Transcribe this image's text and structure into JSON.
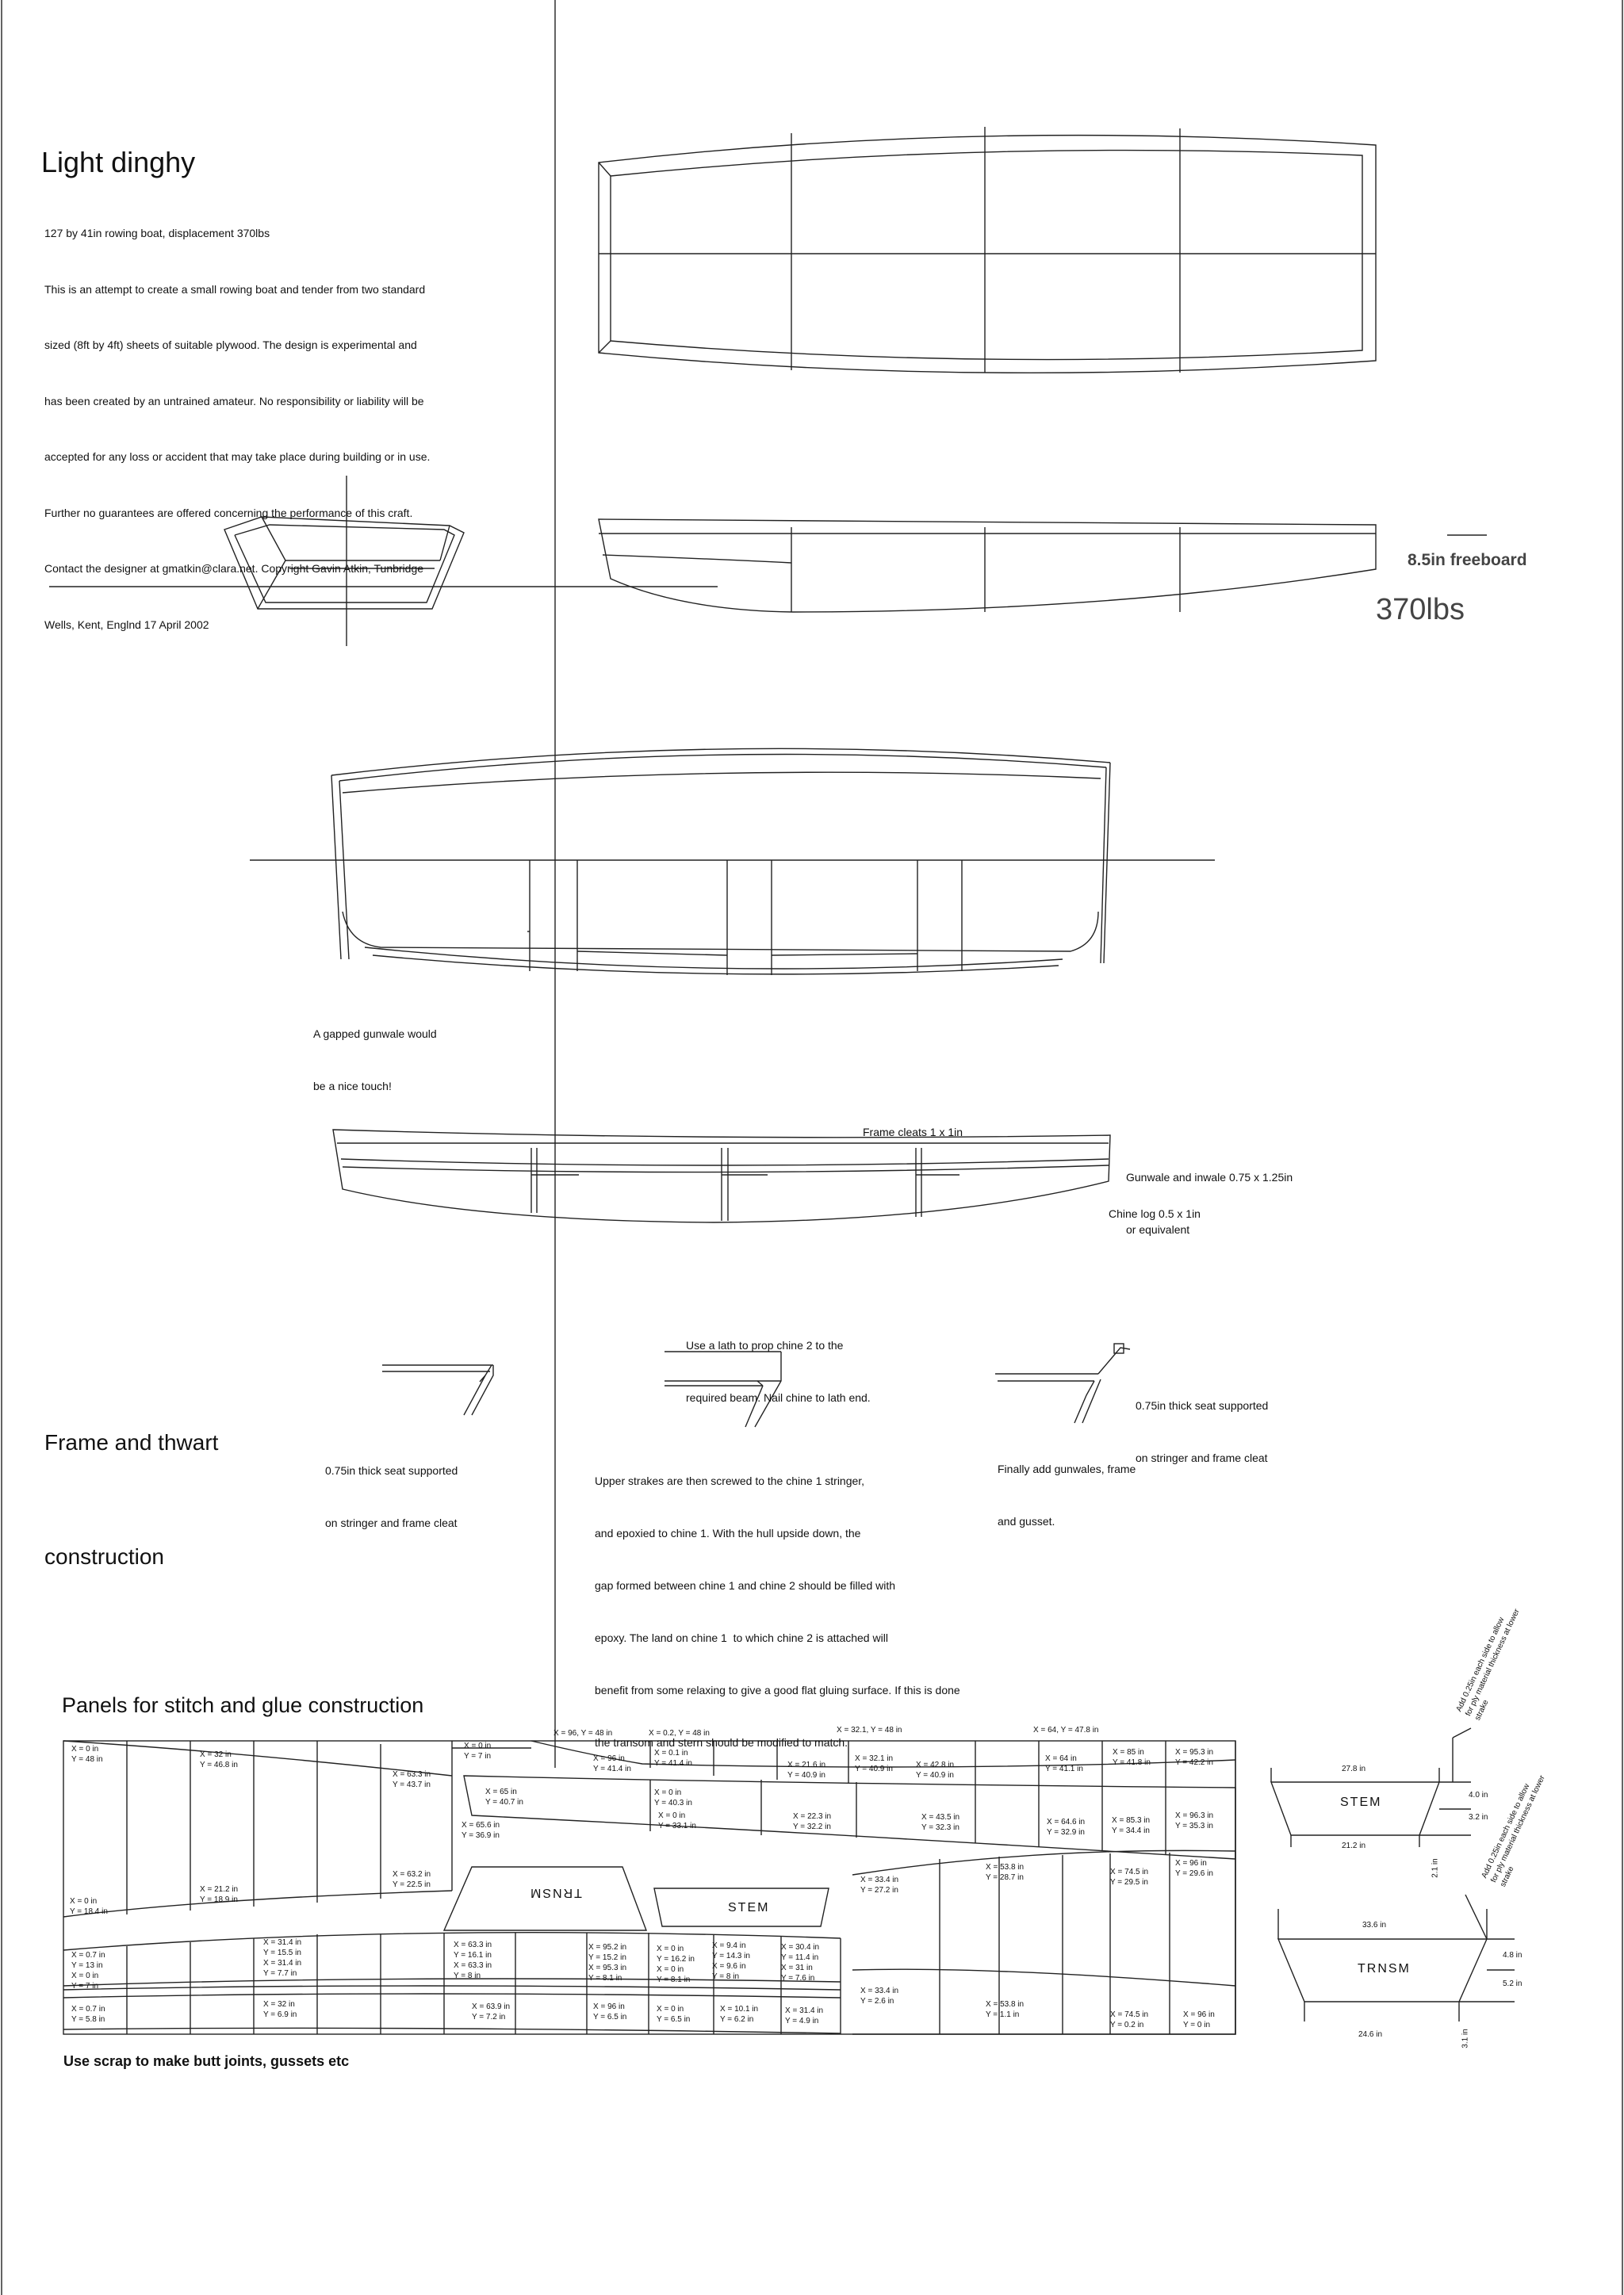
{
  "title": "Light dinghy",
  "description": [
    "127 by 41in rowing boat, displacement 370lbs",
    "This is an attempt to create a small rowing boat and tender from two standard",
    "sized (8ft by 4ft) sheets of suitable plywood. The design is experimental and",
    "has been created by an untrained amateur. No responsibility or liability will be",
    "accepted for any loss or accident that may take place during building or in use.",
    "Further no guarantees are offered concerning the performance of this craft.",
    "Contact the designer at gmatkin@clara.net. Copyright Gavin Atkin, Tunbridge",
    "Wells, Kent, Englnd 17 April 2002"
  ],
  "freeboard_label": "8.5in freeboard",
  "weight_label": "370lbs",
  "gapped_note": [
    "A gapped gunwale would",
    "be a nice touch!"
  ],
  "cleats_label": "Frame cleats 1 x 1in",
  "gunwale_label": [
    "Gunwale and inwale 0.75 x 1.25in",
    "or equivalent"
  ],
  "chinelog_label": "Chine log 0.5 x 1in",
  "frame_heading": [
    "Frame and thwart",
    "construction"
  ],
  "lath_note": [
    "Use a lath to prop chine 2 to the",
    "required beam. Nail chine to lath end."
  ],
  "seat_note_left": [
    "0.75in thick seat supported",
    "on stringer and frame cleat"
  ],
  "seat_note_right": [
    "0.75in thick seat supported",
    "on stringer and frame cleat"
  ],
  "strakes_note": [
    "Upper strakes are then screwed to the chine 1 stringer,",
    "and epoxied to chine 1. With the hull upside down, the",
    "gap formed between chine 1 and chine 2 should be filled with",
    "epoxy. The land on chine 1  to which chine 2 is attached will",
    "benefit from some relaxing to give a good flat gluing surface. If this is done",
    "the transom and stern should be modified to match."
  ],
  "finally_note": [
    "Finally add gunwales, frame",
    "and gusset."
  ],
  "panels_heading": "Panels for stitch and glue construction",
  "scrap_note": "Use scrap to make butt joints, gussets etc",
  "panel_labels": {
    "transom_panel": "TRNSM",
    "stem_panel": "STEM",
    "stem_detail": "STEM",
    "transom_detail": "TRNSM"
  },
  "coordinates": [
    "X = 0 in",
    "Y = 48 in",
    "X = 32 in",
    "Y = 46.8 in",
    "X = 63.3 in",
    "Y = 43.7 in",
    "X = 0 in",
    "Y = 7 in",
    "X = 96, Y = 48 in",
    "X = 96 in",
    "Y = 41.4 in",
    "X = 0.2, Y = 48 in",
    "X = 0.1 in",
    "Y = 41.4 in",
    "X = 21.6 in",
    "Y = 40.9 in",
    "X = 32.1, Y = 48 in",
    "X = 32.1 in",
    "Y = 40.9 in",
    "X = 42.8 in",
    "Y = 40.9 in",
    "X = 64, Y = 47.8 in",
    "X = 64 in",
    "Y = 41.1 in",
    "X = 85 in",
    "Y = 41.8 in",
    "X = 95.3 in",
    "Y = 42.2 in",
    "X = 65 in",
    "Y = 40.7 in",
    "X = 0 in",
    "Y = 40.3 in",
    "X = 0 in",
    "Y = 33.1 in",
    "X = 22.3 in",
    "Y = 32.2 in",
    "X = 43.5 in",
    "Y = 32.3 in",
    "X = 64.6 in",
    "Y = 32.9 in",
    "X = 85.3 in",
    "Y = 34.4 in",
    "X = 96.3 in",
    "Y = 35.3 in",
    "X = 65.6 in",
    "Y = 36.9 in",
    "X = 63.2 in",
    "Y = 22.5 in",
    "X = 0 in",
    "Y = 18.4 in",
    "X = 21.2 in",
    "Y = 18.9 in",
    "X = 33.4 in",
    "Y = 27.2 in",
    "X = 53.8 in",
    "Y = 28.7 in",
    "X = 74.5 in",
    "Y = 29.5 in",
    "X = 96 in",
    "Y = 29.6 in",
    "X = 0.7 in",
    "Y = 13 in",
    "X = 0 in",
    "Y = 7 in",
    "X = 31.4 in",
    "Y = 15.5 in",
    "X = 31.4 in",
    "Y = 7.7 in",
    "X = 63.3 in",
    "Y = 16.1 in",
    "X = 63.3 in",
    "Y = 8 in",
    "X = 95.2 in",
    "Y = 15.2 in",
    "X = 95.3 in",
    "Y = 8.1 in",
    "X = 0 in",
    "Y = 16.2 in",
    "X = 0 in",
    "Y = 8.1 in",
    "X = 9.4 in",
    "Y = 14.3 in",
    "X = 9.6 in",
    "Y = 8 in",
    "X = 30.4 in",
    "Y = 11.4 in",
    "X = 31 in",
    "Y = 7.6 in",
    "X = 0.7 in",
    "Y = 5.8 in",
    "X = 32 in",
    "Y = 6.9 in",
    "X = 63.9 in",
    "Y = 7.2 in",
    "X = 96 in",
    "Y = 6.5 in",
    "X = 0 in",
    "Y = 6.5 in",
    "X = 10.1 in",
    "Y = 6.2 in",
    "X = 31.4 in",
    "Y = 4.9 in",
    "X = 33.4 in",
    "Y = 2.6 in",
    "X = 53.8 in",
    "Y = 1.1 in",
    "X = 74.5 in",
    "Y = 0.2 in",
    "X = 96 in",
    "Y = 0 in"
  ],
  "stem_dims": {
    "top": "27.8 in",
    "bottom": "21.2 in",
    "right_a": "4.0 in",
    "right_b": "3.2 in",
    "height": "2.1 in"
  },
  "transom_dims": {
    "top": "33.6 in",
    "bottom": "24.6 in",
    "right_a": "4.8 in",
    "right_b": "5.2 in",
    "height": "3.1 in"
  },
  "rotated_note": [
    "Add 0.25in each side to allow",
    "for ply material thickness at lower",
    "strake"
  ]
}
